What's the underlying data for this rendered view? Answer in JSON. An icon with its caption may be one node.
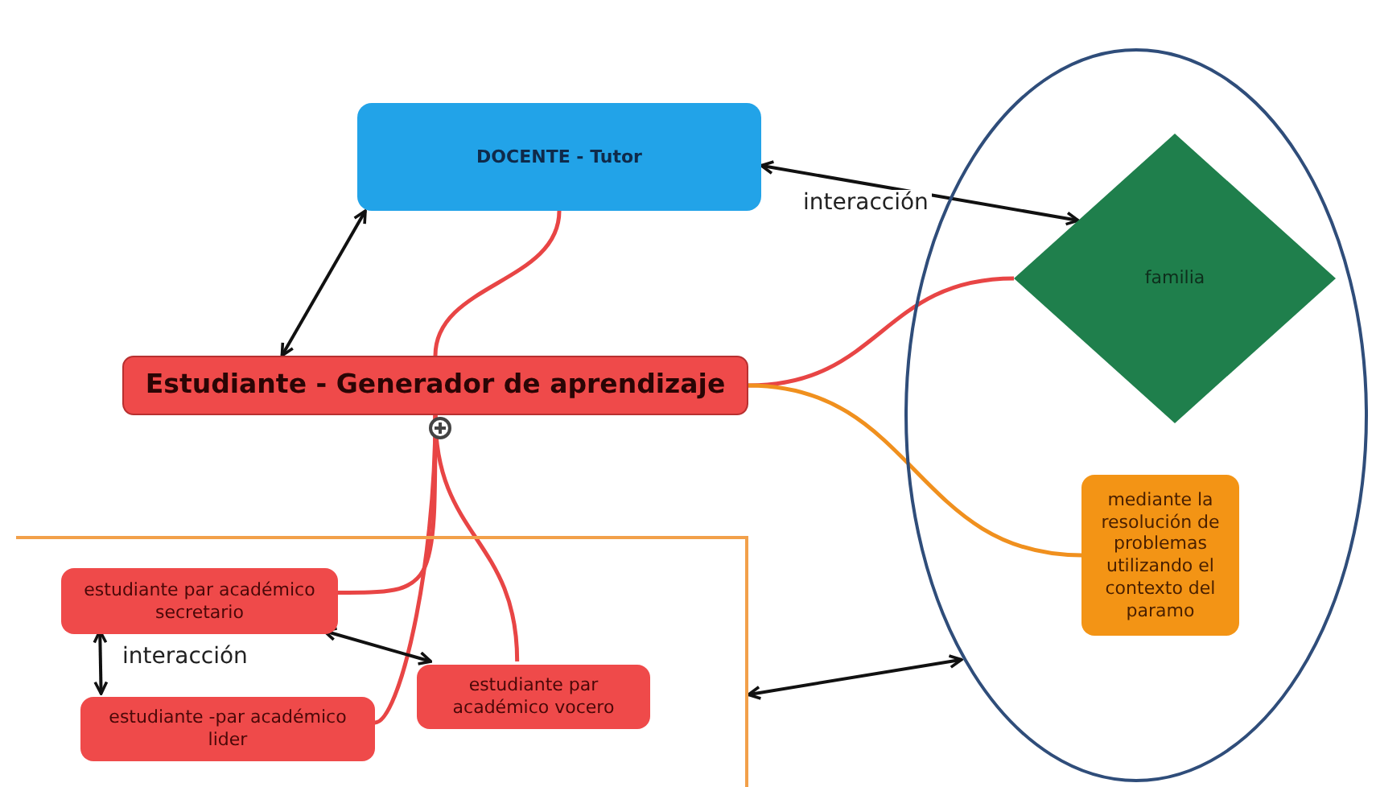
{
  "diagram": {
    "nodes": [
      {
        "text": [
          "DOCENTE - Tutor"
        ]
      },
      {
        "text": [
          "Estudiante - Generador de aprendizaje"
        ]
      },
      {
        "text": [],
        "shape": "ellipse"
      },
      {
        "text": [
          "familia"
        ],
        "in": 2
      },
      {
        "text": [
          "mediante la resolución de problemas utilizando el contexto del paramo"
        ],
        "in": 2
      },
      {
        "text": [],
        "shape": "box"
      },
      {
        "text": [
          "estudiante par académico secretario"
        ],
        "in": 5
      },
      {
        "text": [
          "estudiante -par académico lider"
        ],
        "in": 5
      },
      {
        "text": [
          "estudiante par académico vocero"
        ],
        "in": 5
      }
    ],
    "edges": [
      {
        "from": 1,
        "to": 0,
        "arrow": "both",
        "color": "#111111"
      },
      {
        "from": 0,
        "to": 3,
        "arrow": "both",
        "label": "interacción",
        "color": "#111111"
      },
      {
        "from": 1,
        "to": 0,
        "arrow": "none",
        "color": "#e84545"
      },
      {
        "from": 1,
        "to": 3,
        "arrow": "none",
        "color": "#e84545"
      },
      {
        "from": 1,
        "to": 4,
        "arrow": "none",
        "color": "#f0901e"
      },
      {
        "from": 1,
        "to": 6,
        "arrow": "none",
        "color": "#e84545"
      },
      {
        "from": 1,
        "to": 7,
        "arrow": "none",
        "color": "#e84545"
      },
      {
        "from": 1,
        "to": 8,
        "arrow": "none",
        "color": "#e84545"
      },
      {
        "from": 6,
        "to": 7,
        "arrow": "both",
        "label": "interacción",
        "color": "#111111"
      },
      {
        "from": 6,
        "to": 8,
        "arrow": "both",
        "color": "#111111"
      },
      {
        "from": 5,
        "to": 2,
        "arrow": "both",
        "color": "#111111"
      }
    ]
  }
}
